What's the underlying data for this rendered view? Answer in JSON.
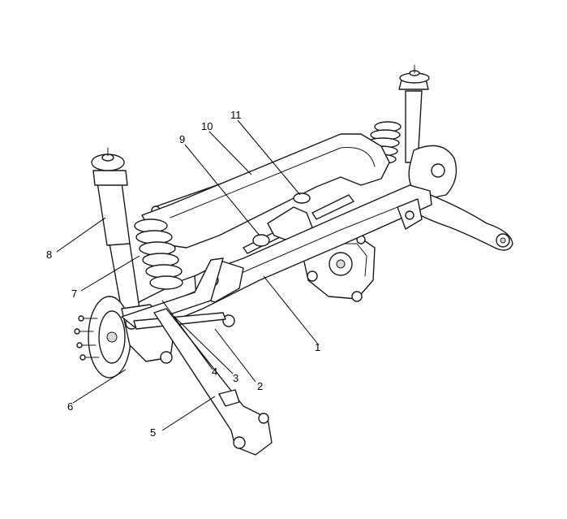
{
  "callouts": [
    {
      "id": "1",
      "label": "1"
    },
    {
      "id": "2",
      "label": "2"
    },
    {
      "id": "3",
      "label": "3"
    },
    {
      "id": "4",
      "label": "4"
    },
    {
      "id": "5",
      "label": "5"
    },
    {
      "id": "6",
      "label": "6"
    },
    {
      "id": "7",
      "label": "7"
    },
    {
      "id": "8",
      "label": "8"
    },
    {
      "id": "9",
      "label": "9"
    },
    {
      "id": "10",
      "label": "10"
    },
    {
      "id": "11",
      "label": "11"
    }
  ],
  "colors": {
    "line": "#1a1a1a",
    "fill": "#ffffff",
    "shade": "#d9d9d9"
  }
}
